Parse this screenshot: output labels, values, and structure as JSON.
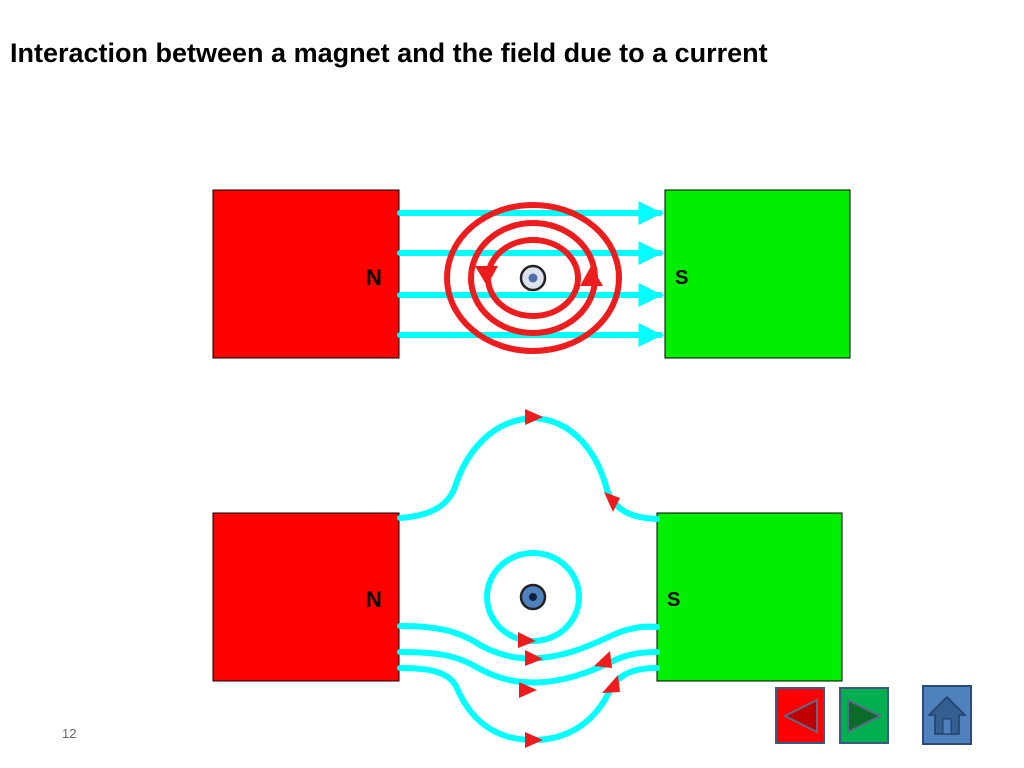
{
  "slide": {
    "title": "Interaction between a magnet and the field due to a current",
    "page_number": "12"
  },
  "diagram_top": {
    "north_label": "N",
    "south_label": "S",
    "north_color": "#ff0000",
    "south_color": "#00ee00",
    "field_line_color": "#00ffff",
    "circular_field_color": "#ee1c1c",
    "field_line_count": 4,
    "circular_field_ring_count": 3
  },
  "diagram_bottom": {
    "north_label": "N",
    "south_label": "S",
    "north_color": "#ff0000",
    "south_color": "#00ee00",
    "field_line_color": "#00ffff",
    "arrow_color": "#ee1c1c"
  },
  "nav": {
    "previous_icon": "triangle-left-icon",
    "next_icon": "triangle-right-icon",
    "home_icon": "house-icon",
    "previous_color": "#ff0000",
    "next_color": "#00b050",
    "home_color": "#4f81bd"
  }
}
